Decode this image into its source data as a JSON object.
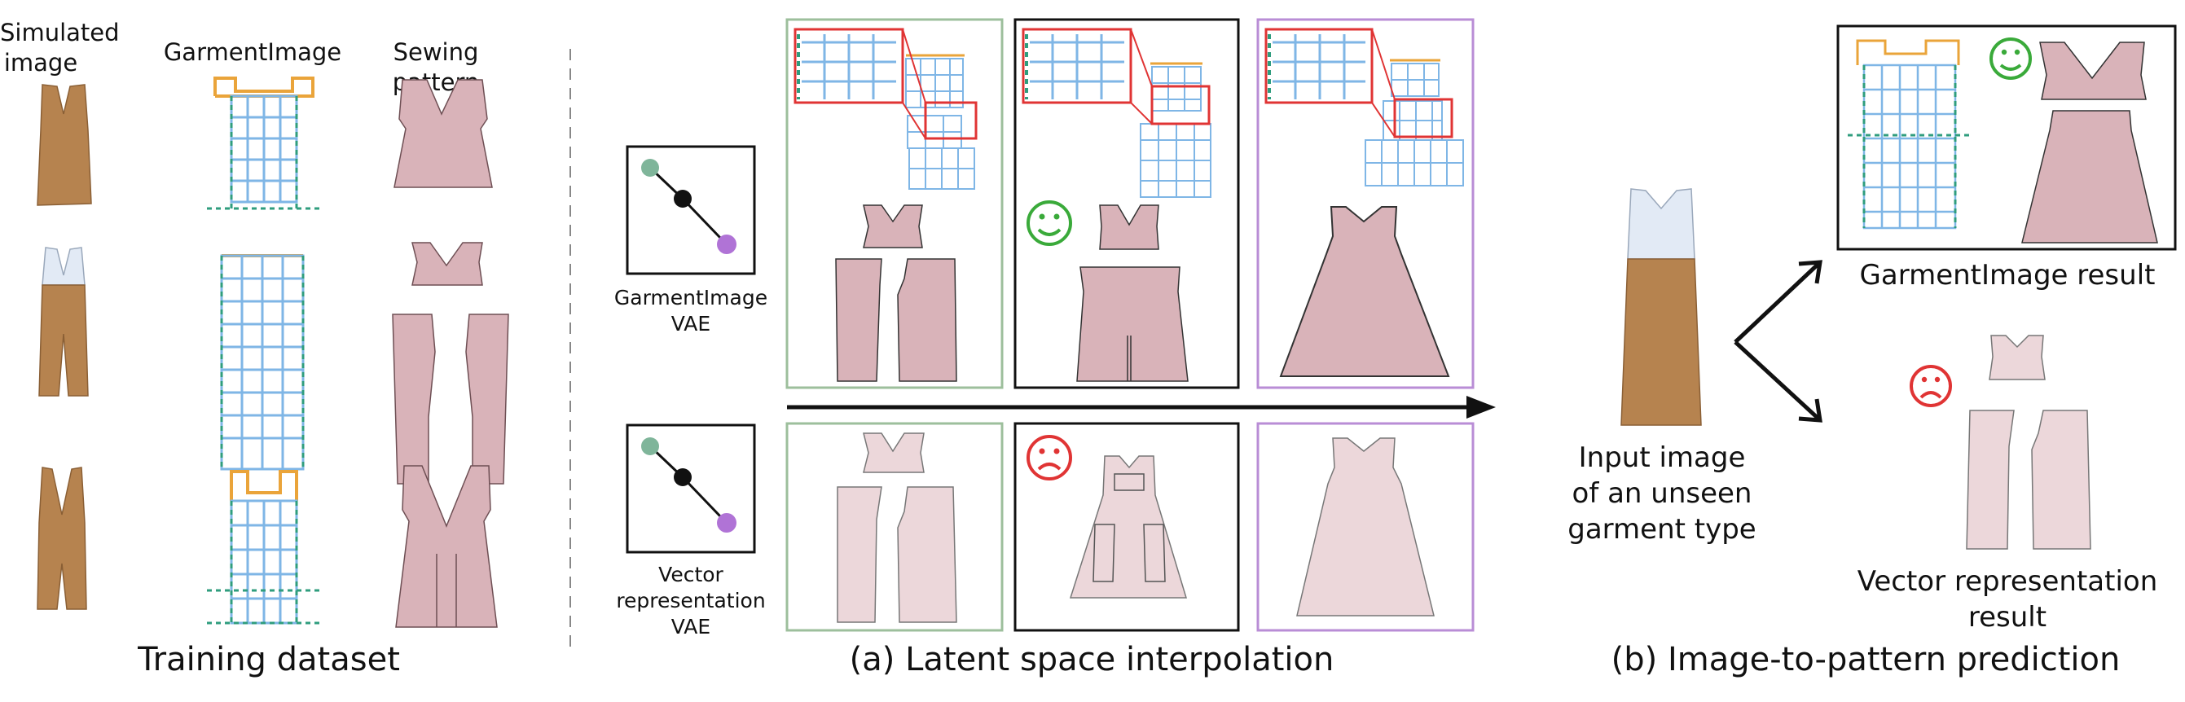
{
  "section_left": {
    "col_headers": {
      "simulated_image": "Simulated\nimage",
      "garment_image": "GarmentImage",
      "sewing_pattern": "Sewing pattern"
    },
    "caption": "Training dataset"
  },
  "section_a": {
    "row_labels": {
      "garment_image_vae": "GarmentImage\nVAE",
      "vector_vae": "Vector\nrepresentation\nVAE"
    },
    "caption": "(a) Latent space interpolation"
  },
  "section_b": {
    "input_label": "Input image\nof an unseen\ngarment type",
    "garment_result": "GarmentImage result",
    "vector_result": "Vector representation\nresult",
    "caption": "(b) Image-to-pattern prediction"
  },
  "colors": {
    "pattern_fill": "#d9b3b9",
    "pattern_fill_light": "#ecd7da",
    "grid_blue": "#7fb6e6",
    "grid_orange": "#eaa43a",
    "grid_teal": "#2f9d7e",
    "frame_green": "#9dbf9c",
    "frame_black": "#111111",
    "frame_purple": "#b98dd6",
    "inset_red": "#e03434",
    "smiley_good": "#3aaa3a",
    "smiley_bad": "#e03434",
    "dot_start": "#7fb59a",
    "dot_end": "#b073d6",
    "fabric_brown": "#b6834f",
    "fabric_white": "#e2eaf5"
  }
}
